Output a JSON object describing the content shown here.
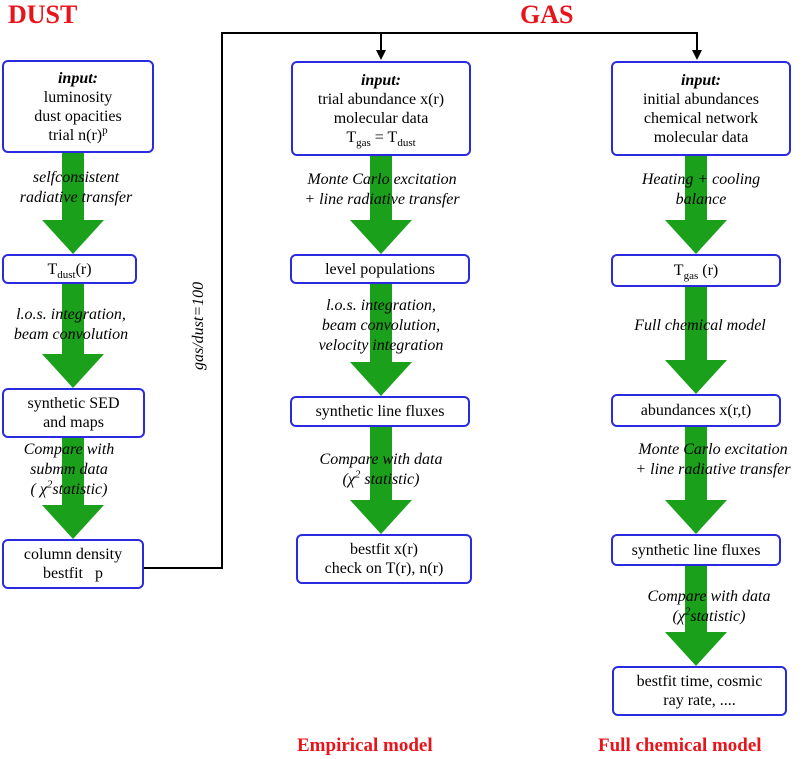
{
  "titles": {
    "dust": "DUST",
    "gas": "GAS",
    "empirical": "Empirical model",
    "full": "Full chemical model"
  },
  "dust": {
    "input": {
      "head": "input:",
      "l1": "luminosity",
      "l2": "dust opacities",
      "l3a": "trial n(r)",
      "l3sup": "p"
    },
    "step1": {
      "l1": "selfconsistent",
      "l2": "radiative transfer"
    },
    "tdust": {
      "a": "T",
      "sub": "dust",
      "b": "(r)"
    },
    "step2": {
      "l1": "l.o.s. integration,",
      "l2": "beam convolution"
    },
    "sed": {
      "l1": "synthetic SED",
      "l2": "and maps"
    },
    "step3": {
      "l1": "Compare with",
      "l2": "submm data",
      "l3a": "( χ",
      "l3sup": "2",
      "l3b": "statistic)"
    },
    "column": {
      "l1": "column density",
      "l2": "bestfit   p"
    },
    "link": "gas/dust=100"
  },
  "empirical": {
    "input": {
      "head": "input:",
      "l1": "trial abundance x(r)",
      "l2": "molecular data",
      "l3a": "T",
      "l3sub1": "gas",
      "l3b": " = T",
      "l3sub2": "dust"
    },
    "step1": {
      "l1": "Monte Carlo excitation",
      "l2": "+ line radiative transfer"
    },
    "levels": "level populations",
    "step2": {
      "l1": "l.o.s. integration,",
      "l2": "beam convolution,",
      "l3": "velocity integration"
    },
    "fluxes": "synthetic line fluxes",
    "step3": {
      "l1": "Compare with data",
      "l2a": "(χ",
      "l2sup": "2",
      "l2b": " statistic)"
    },
    "bestfit": {
      "l1": "bestfit x(r)",
      "l2": "check on T(r), n(r)"
    }
  },
  "full": {
    "input": {
      "head": "input:",
      "l1": "initial abundances",
      "l2": "chemical network",
      "l3": "molecular data"
    },
    "step1": {
      "l1": "Heating + cooling",
      "l2": "balance"
    },
    "tgas": {
      "a": "T",
      "sub": "gas",
      "b": " (r)"
    },
    "step2": "Full chemical model",
    "abund": "abundances x(r,t)",
    "step3": {
      "l1": "Monte Carlo excitation",
      "l2": "+ line radiative transfer"
    },
    "fluxes": "synthetic line fluxes",
    "step4": {
      "l1": "Compare with data",
      "l2a": "(χ",
      "l2sup": "2",
      "l2b": "statistic)"
    },
    "bestfit": {
      "l1": "bestfit time, cosmic",
      "l2": "ray rate, ...."
    }
  },
  "colors": {
    "title": "#e8141c",
    "box_border": "#2a2ae0",
    "arrow": "#1aa01a"
  }
}
